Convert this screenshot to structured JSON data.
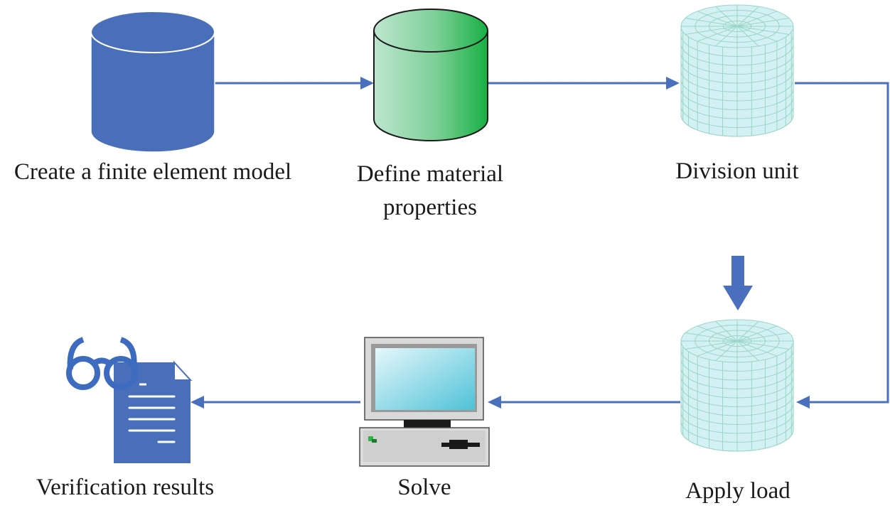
{
  "colors": {
    "arrow": "#4a70bd",
    "db_blue": "#4a6fba",
    "db_green_light": "#bde6cf",
    "db_green_dark": "#17b043",
    "mesh_fill": "#d3f0f4",
    "mesh_line": "#9ad6c4",
    "document": "#4a6fba",
    "glasses": "#3c6bc0",
    "monitor_case": "#d9d9d9",
    "screen_light": "#e6f7fb",
    "screen_dark": "#4ec2d7"
  },
  "icons": {
    "create_model": "database-cylinder-icon",
    "define_material": "gradient-cylinder-icon",
    "division_unit": "meshed-cylinder-icon",
    "apply_load": "meshed-cylinder-icon",
    "load_arrow": "down-arrow-icon",
    "solve": "desktop-computer-icon",
    "verification": "document-with-glasses-icon"
  },
  "steps": {
    "create_model": {
      "label": "Create a finite element model"
    },
    "define_material": {
      "line1": "Define material",
      "line2": "properties"
    },
    "division_unit": {
      "label": "Division unit"
    },
    "apply_load": {
      "label": "Apply load"
    },
    "solve": {
      "label": "Solve"
    },
    "verification": {
      "label": "Verification results"
    }
  }
}
